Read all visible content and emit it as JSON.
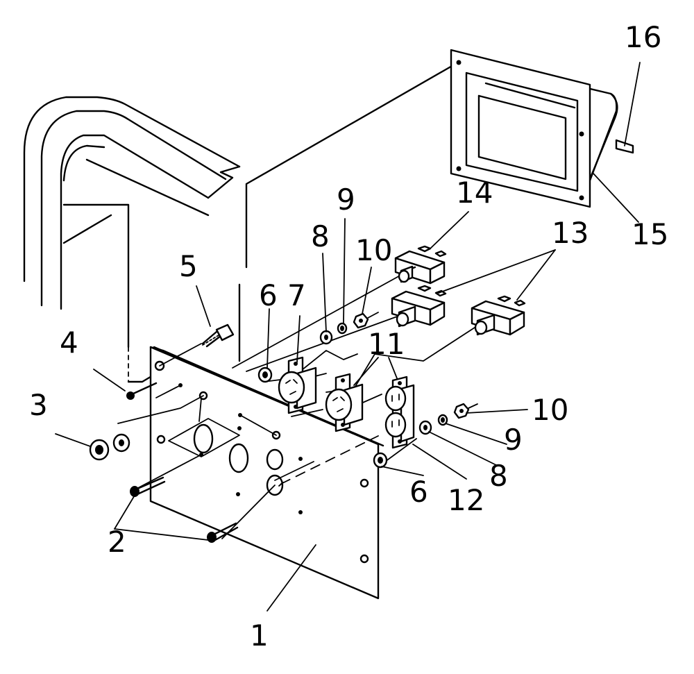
{
  "callouts": [
    {
      "id": "c1",
      "label": "1"
    },
    {
      "id": "c2",
      "label": "2"
    },
    {
      "id": "c3",
      "label": "3"
    },
    {
      "id": "c4",
      "label": "4"
    },
    {
      "id": "c5",
      "label": "5"
    },
    {
      "id": "c6a",
      "label": "6"
    },
    {
      "id": "c6b",
      "label": "6"
    },
    {
      "id": "c7",
      "label": "7"
    },
    {
      "id": "c8a",
      "label": "8"
    },
    {
      "id": "c8b",
      "label": "8"
    },
    {
      "id": "c9a",
      "label": "9"
    },
    {
      "id": "c9b",
      "label": "9"
    },
    {
      "id": "c10a",
      "label": "10"
    },
    {
      "id": "c10b",
      "label": "10"
    },
    {
      "id": "c11",
      "label": "11"
    },
    {
      "id": "c12",
      "label": "12"
    },
    {
      "id": "c13",
      "label": "13"
    },
    {
      "id": "c14",
      "label": "14"
    },
    {
      "id": "c15",
      "label": "15"
    },
    {
      "id": "c16",
      "label": "16"
    }
  ]
}
